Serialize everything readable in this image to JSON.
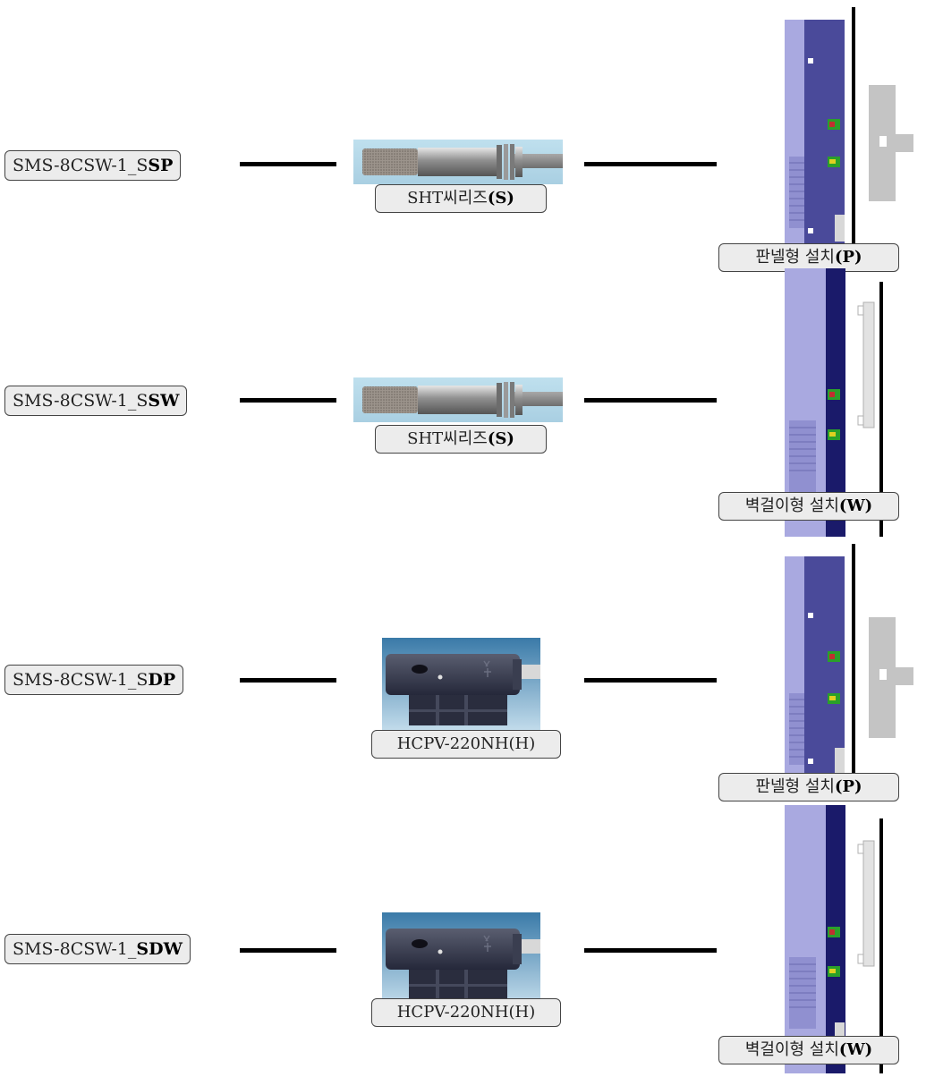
{
  "rows": [
    {
      "model_prefix": "SMS-8CSW-1_S",
      "model_suffix": "SP",
      "sensor_name": "SHT씨리즈",
      "sensor_code": "(S)",
      "install_name": "판넬형 설치",
      "install_code": "(P)",
      "sensor_type": "sht-probe",
      "install_type": "panel"
    },
    {
      "model_prefix": "SMS-8CSW-1_S",
      "model_suffix": "SW",
      "sensor_name": "SHT씨리즈",
      "sensor_code": "(S)",
      "install_name": "벽걸이형 설치",
      "install_code": "(W)",
      "sensor_type": "sht-probe",
      "install_type": "wall"
    },
    {
      "model_prefix": "SMS-8CSW-1_S",
      "model_suffix": "DP",
      "sensor_name": "HCPV-220NH(H)",
      "sensor_code": "",
      "install_name": "판넬형 설치",
      "install_code": "(P)",
      "sensor_type": "hcpv-module",
      "install_type": "panel"
    },
    {
      "model_prefix": "SMS-8CSW-1_",
      "model_suffix": "SDW",
      "sensor_name": "HCPV-220NH(H)",
      "sensor_code": "",
      "install_name": "벽걸이형 설치",
      "install_code": "(W)",
      "sensor_type": "hcpv-module",
      "install_type": "wall"
    }
  ],
  "colors": {
    "enclosure_blue": "#4a4a9a",
    "enclosure_light": "#a9a9e0",
    "terminal_green": "#2aa02a",
    "terminal_yellow": "#e0d020",
    "terminal_red": "#c03030",
    "bracket_gray": "#c4c4c4"
  }
}
